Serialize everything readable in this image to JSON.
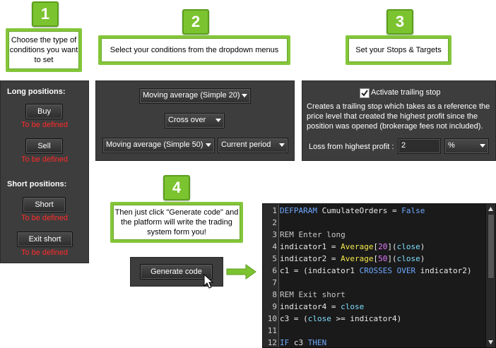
{
  "steps": [
    {
      "num": "1",
      "text": "Choose the type of conditions you want to set"
    },
    {
      "num": "2",
      "text": "Select your conditions from the dropdown menus"
    },
    {
      "num": "3",
      "text": "Set your Stops & Targets"
    },
    {
      "num": "4",
      "text": "Then just click \"Generate code\" and the platform will write the trading system form you!"
    }
  ],
  "positions": {
    "long_title": "Long positions:",
    "short_title": "Short positions:",
    "buy": "Buy",
    "sell": "Sell",
    "short": "Short",
    "exit_short": "Exit short",
    "undefined_text": "To be defined"
  },
  "conditions": {
    "indicator1": "Moving average (Simple 20)",
    "operator": "Cross over",
    "indicator2": "Moving average (Simple 50)",
    "period": "Current period"
  },
  "stops": {
    "checkbox_label": "Activate trailing stop",
    "checked": true,
    "description": "Creates a trailing stop which takes as a reference the price level that created the highest profit since the position was opened (brokerage fees not included).",
    "loss_label": "Loss from highest profit :",
    "loss_value": "2",
    "unit": "%"
  },
  "generate_button": "Generate code",
  "code_lines": [
    "1",
    "2",
    "3",
    "4",
    "5",
    "6",
    "7",
    "8",
    "9",
    "10",
    "11",
    "12"
  ],
  "code": {
    "l1_kw": "DEFPARAM",
    "l1_rest": " CumulateOrders = ",
    "l1_val": "False",
    "l3": "REM Enter long",
    "l4_a": "indicator1 = ",
    "l4_fn": "Average",
    "l4_b": "[",
    "l4_n": "20",
    "l4_c": "](",
    "l4_v": "close",
    "l4_d": ")",
    "l5_a": "indicator2 = ",
    "l5_fn": "Average",
    "l5_b": "[",
    "l5_n": "50",
    "l5_c": "](",
    "l5_v": "close",
    "l5_d": ")",
    "l6_a": "c1 = (indicator1 ",
    "l6_kw": "CROSSES OVER",
    "l6_b": " indicator2)",
    "l8": "REM Exit short",
    "l9_a": "indicator4 = ",
    "l9_v": "close",
    "l10_a": "c3 = (",
    "l10_v": "close",
    "l10_b": " >= indicator4)",
    "l12_kw1": "IF",
    "l12_a": " c3 ",
    "l12_kw2": "THEN"
  }
}
